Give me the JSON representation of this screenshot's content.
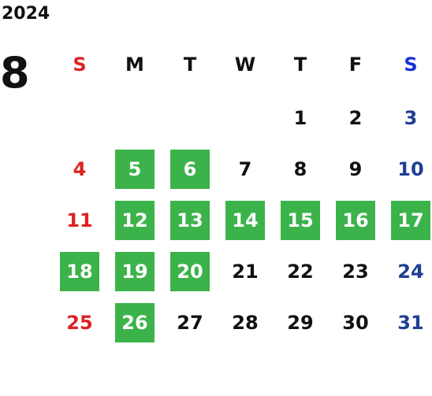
{
  "calendar": {
    "year": "2024",
    "month": "8",
    "weekdays": [
      "S",
      "M",
      "T",
      "W",
      "T",
      "F",
      "S"
    ],
    "colors": {
      "sunday": "#dd2222",
      "saturday_header": "#1a2fd6",
      "saturday": "#1f3f93",
      "weekday": "#111111",
      "highlight_bg": "#3cb34a",
      "highlight_text": "#ffffff"
    },
    "first_weekday_index": 4,
    "days_in_month": 31,
    "highlighted_days": [
      5,
      6,
      12,
      13,
      14,
      15,
      16,
      17,
      18,
      19,
      20,
      26
    ]
  }
}
